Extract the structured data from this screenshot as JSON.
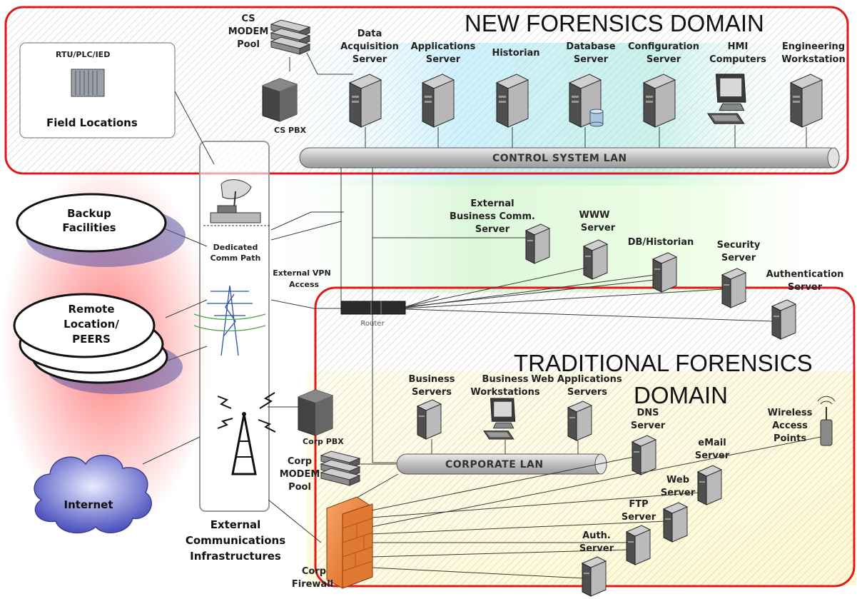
{
  "domains": {
    "new": "NEW FORENSICS DOMAIN",
    "traditional_line1": "TRADITIONAL  FORENSICS",
    "traditional_line2": "DOMAIN"
  },
  "field": {
    "rtu": "RTU/PLC/IED",
    "locations": "Field Locations"
  },
  "cs_modem": [
    "CS",
    "MODEM",
    "Pool"
  ],
  "cs_pbx": "CS PBX",
  "control_servers": {
    "daq": [
      "Data",
      "Acquisition",
      "Server"
    ],
    "apps": [
      "Applications",
      "Server"
    ],
    "historian": "Historian",
    "database": [
      "Database",
      "Server"
    ],
    "config": [
      "Configuration",
      "Server"
    ],
    "hmi": [
      "HMI",
      "Computers"
    ],
    "engineering": [
      "Engineering",
      "Workstation"
    ]
  },
  "control_lan": "CONTROL SYSTEM LAN",
  "external": {
    "backup": [
      "Backup",
      "Facilities"
    ],
    "remote": [
      "Remote",
      "Location/",
      "PEERS"
    ],
    "internet": "Internet",
    "dedicated": [
      "Dedicated",
      "Comm Path"
    ],
    "vpn": [
      "External VPN",
      "Access"
    ],
    "infra": [
      "External",
      "Communications",
      "Infrastructures"
    ]
  },
  "dmz": {
    "ext_business": [
      "External",
      "Business Comm.",
      "Server"
    ],
    "www": [
      "WWW",
      "Server"
    ],
    "db_historian": "DB/Historian",
    "security": [
      "Security",
      "Server"
    ],
    "authentication": [
      "Authentication",
      "Server"
    ],
    "router": "Router"
  },
  "corporate": {
    "business_servers": [
      "Business",
      "Servers"
    ],
    "business_ws": [
      "Business",
      "Workstations"
    ],
    "web_apps": [
      "Web Applications",
      "Servers"
    ],
    "dns": [
      "DNS",
      "Server"
    ],
    "wireless": [
      "Wireless",
      "Access",
      "Points"
    ],
    "email": [
      "eMail",
      "Server"
    ],
    "web": [
      "Web",
      "Server"
    ],
    "ftp": [
      "FTP",
      "Server"
    ],
    "auth": [
      "Auth.",
      "Server"
    ],
    "corp_pbx": "Corp PBX",
    "corp_modem": [
      "Corp",
      "MODEM",
      "Pool"
    ],
    "corp_lan": "CORPORATE LAN",
    "firewall": [
      "Corp",
      "Firewall"
    ]
  },
  "colors": {
    "domain_border": "#e01a1a",
    "firewall": "#f08a3c",
    "cloud": "#5a5fc8",
    "lan_tube": "#cfd0d0"
  }
}
